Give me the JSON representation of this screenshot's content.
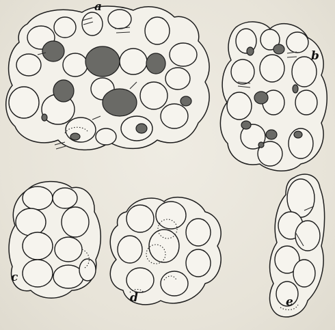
{
  "figure_labels": {
    "a": "a",
    "b": "b",
    "c": "c",
    "d": "d",
    "e": "e"
  },
  "colors": {
    "ink": "#1c1c1c",
    "paper": "#e9e6dc",
    "stippled_cell": "#6a6a66"
  }
}
